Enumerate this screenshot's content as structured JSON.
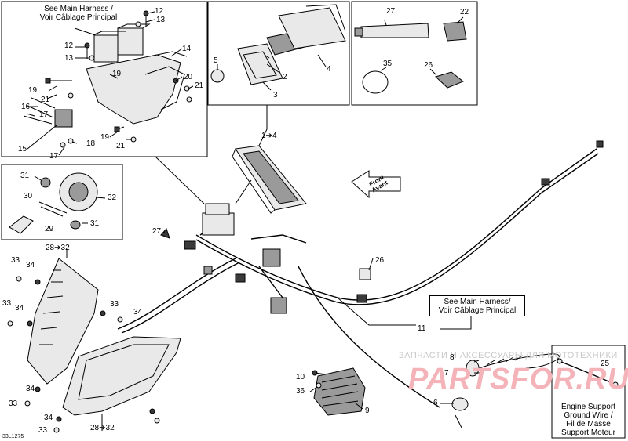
{
  "inset_main_harness_top": {
    "line1": "See Main Harness /",
    "line2": "Voir Câblage Principal"
  },
  "inset_main_harness_right": {
    "line1": "See Main Harness/",
    "line2": "Voir Câblage Principal"
  },
  "ground_wire_note": {
    "line1": "Engine Support",
    "line2": "Ground Wire /",
    "line3": "Fil de Masse",
    "line4": "Support Moteur"
  },
  "front_arrow": {
    "line1": "Front",
    "line2": "Avant"
  },
  "watermark": {
    "small": "ЗАПЧАСТИ И АКСЕССУАРЫ ДЛЯ МОТОТЕХНИКИ",
    "large": "PARTSFOR.RU"
  },
  "drawing_code": "33L1275",
  "callouts": {
    "c12a": "12",
    "c13a": "13",
    "c12b": "12",
    "c13b": "13",
    "c14": "14",
    "c19a": "19",
    "c20": "20",
    "c21a": "21",
    "c19b": "19",
    "c21b": "21",
    "c16": "16",
    "c17a": "17",
    "c15": "15",
    "c17b": "17",
    "c18": "18",
    "c19c": "19",
    "c21c": "21",
    "c5": "5",
    "c2": "2",
    "c3": "3",
    "c4": "4",
    "c27a": "27",
    "c22": "22",
    "c35": "35",
    "c26a": "26",
    "c1to4": "1➔4",
    "c31a": "31",
    "c32": "32",
    "c30": "30",
    "c29": "29",
    "c31b": "31",
    "c28to32a": "28➔32",
    "c27b": "27",
    "c26b": "26",
    "c33a": "33",
    "c34a": "34",
    "c33b": "33",
    "c34b": "34",
    "c33c": "33",
    "c34c": "34",
    "c34d": "34",
    "c33d": "33",
    "c34e": "34",
    "c33e": "33",
    "c11": "11",
    "c8": "8",
    "c7": "7",
    "c6": "6",
    "c10": "10",
    "c36": "36",
    "c9": "9",
    "c25": "25",
    "c28to32b": "28➔32"
  }
}
